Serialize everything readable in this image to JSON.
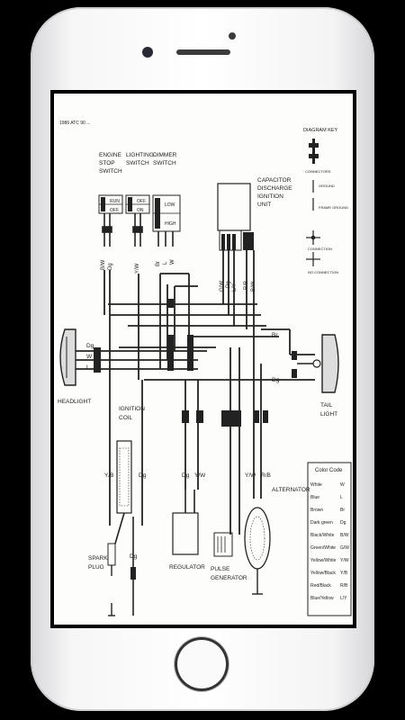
{
  "header_text": "1986 ATC 90 ...",
  "switches": {
    "engine_stop": [
      "ENGINE",
      "STOP",
      "SWITCH"
    ],
    "engine_stop_states": [
      "RUN",
      "OFF"
    ],
    "lighting": [
      "LIGHTING",
      "SWITCH"
    ],
    "lighting_states": [
      "OFF",
      "ON"
    ],
    "dimmer": [
      "DIMMER",
      "SWITCH"
    ],
    "dimmer_states": [
      "LOW",
      "HIGH"
    ]
  },
  "cdi_label": [
    "CAPACITOR",
    "DISCHARGE",
    "IGNITION",
    "UNIT"
  ],
  "diagram_key": {
    "title": "DIAGRAM KEY",
    "items": [
      "CONNECTORS",
      "GROUND",
      "FRAME GROUND",
      "CONNECTION",
      "NO CONNECTION"
    ]
  },
  "wire_labels": {
    "stop_switch": [
      "B/W",
      "Dg"
    ],
    "lighting_switch": "Y/W",
    "dimmer_switch": [
      "Br",
      "L",
      "W"
    ],
    "cdi": [
      "G/W",
      "Dg",
      "L/Y",
      "R/B",
      "B/W"
    ],
    "headlight": [
      "Dg",
      "W",
      "L"
    ],
    "tail_br": "Br",
    "tail_dg": "Dg",
    "coil": [
      "Y/B",
      "Dg"
    ],
    "regulator": [
      "Dg",
      "Y/W"
    ],
    "alternator": [
      "Y/W",
      "R/B"
    ],
    "spark": "Dg"
  },
  "components": {
    "headlight": "HEADLIGHT",
    "ignition_coil": [
      "IGNITION",
      "COIL"
    ],
    "tail_light": [
      "TAIL",
      "LIGHT"
    ],
    "spark_plug": [
      "SPARK",
      "PLUG"
    ],
    "regulator": "REGULATOR",
    "pulse_generator": [
      "PULSE",
      "GENERATOR"
    ],
    "alternator": "ALTERNATOR"
  },
  "color_code": {
    "title": "Color Code",
    "rows": [
      [
        "White",
        "W"
      ],
      [
        "Blue",
        "L"
      ],
      [
        "Brown",
        "Br"
      ],
      [
        "Dark green",
        "Dg"
      ],
      [
        "Black/White",
        "B/W"
      ],
      [
        "Green/White",
        "G/W"
      ],
      [
        "Yellow/White",
        "Y/W"
      ],
      [
        "Yellow/Black",
        "Y/B"
      ],
      [
        "Red/Black",
        "R/B"
      ],
      [
        "Blue/Yellow",
        "L/Y"
      ]
    ]
  }
}
